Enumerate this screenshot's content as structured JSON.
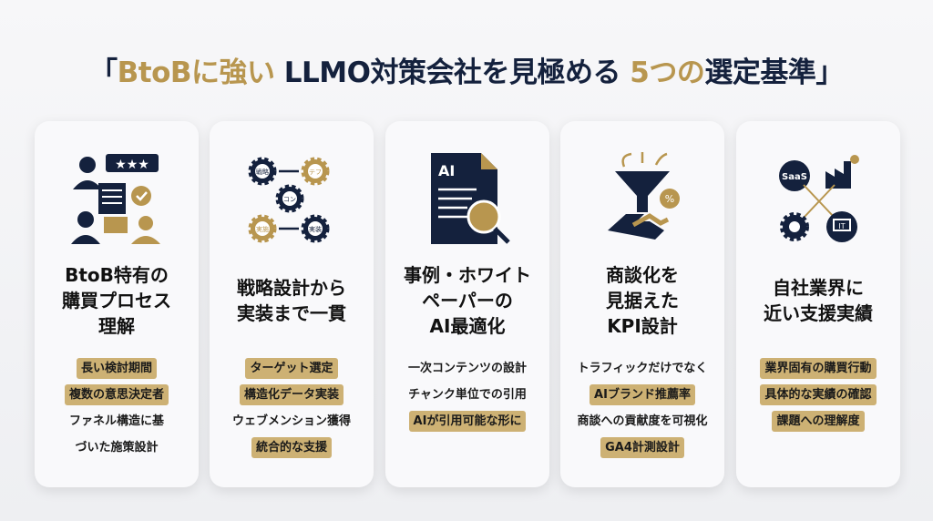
{
  "title": {
    "open": "「",
    "part1": "BtoBに強い",
    "part2": " LLMO対策会社を見極める ",
    "part3": "5つの",
    "part4": "選定基準」"
  },
  "colors": {
    "navy": "#14213d",
    "gold": "#b8964f",
    "pill": "#cdb174"
  },
  "cards": [
    {
      "icon": "people-review-icon",
      "heading": [
        "BtoB特有の",
        "購買プロセス",
        "理解"
      ],
      "items": [
        {
          "text": "長い検討期間",
          "hl": true
        },
        {
          "text": "複数の意思決定者",
          "hl": true
        },
        {
          "text": "ファネル構造に基",
          "hl": false
        },
        {
          "text": "づいた施策設計",
          "hl": false
        }
      ]
    },
    {
      "icon": "gear-flow-icon",
      "icon_labels": [
        "戦略",
        "テフ",
        "コン",
        "実施",
        "実装"
      ],
      "heading": [
        "戦略設計から",
        "実装まで一貫"
      ],
      "items": [
        {
          "text": "ターゲット選定",
          "hl": true
        },
        {
          "text": "構造化データ実装",
          "hl": true
        },
        {
          "text": "ウェブメンション獲得",
          "hl": false
        },
        {
          "text": "統合的な支援",
          "hl": true
        }
      ]
    },
    {
      "icon": "ai-document-search-icon",
      "icon_labels": [
        "AI"
      ],
      "heading": [
        "事例・ホワイト",
        "ペーパーの",
        "AI最適化"
      ],
      "items": [
        {
          "text": "一次コンテンツの設計",
          "hl": false
        },
        {
          "text": "チャンク単位での引用",
          "hl": false
        },
        {
          "text": "AIが引用可能な形に",
          "hl": true
        }
      ]
    },
    {
      "icon": "funnel-handshake-icon",
      "icon_labels": [
        "%"
      ],
      "heading": [
        "商談化を",
        "見据えた",
        "KPI設計"
      ],
      "items": [
        {
          "text": "トラフィックだけでなく",
          "hl": false
        },
        {
          "text": "AIブランド推薦率",
          "hl": true
        },
        {
          "text": "商談への貢献度を可視化",
          "hl": false
        },
        {
          "text": "GA4計測設計",
          "hl": true
        }
      ]
    },
    {
      "icon": "industry-icon",
      "icon_labels": [
        "SaaS",
        "IT"
      ],
      "heading": [
        "自社業界に",
        "近い支援実績"
      ],
      "items": [
        {
          "text": "業界固有の購買行動",
          "hl": true
        },
        {
          "text": "具体的な実績の確認",
          "hl": true
        },
        {
          "text": "課題への理解度",
          "hl": true
        }
      ]
    }
  ]
}
